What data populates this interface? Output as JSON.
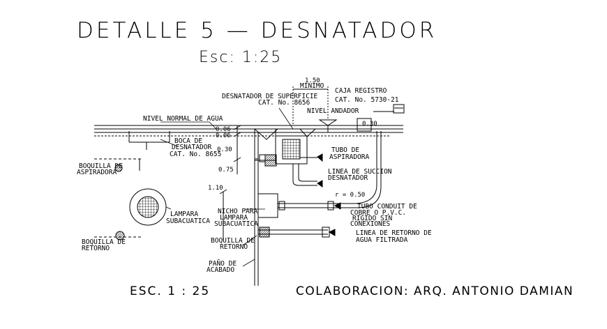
{
  "header": {
    "title": "DETALLE 5 — DESNATADOR",
    "scale": "Esc:  1:25"
  },
  "footer": {
    "scale": "ESC. 1 : 25",
    "credit": "COLABORACION: ARQ. ANTONIO DAMIAN"
  },
  "labels": {
    "minimo_value": "1.50",
    "minimo": "MINIMO",
    "desnatador_sup_1": "DESNATADOR DE SUPERFICIE",
    "desnatador_sup_2": "CAT. No. 8656",
    "caja_1": "CAJA REGISTRO",
    "caja_2": "CAT. No.  5730-21",
    "nivel_andador": "NIVEL ANDADOR",
    "nivel_agua": "NIVEL NORMAL DE AGUA",
    "boca_1": "BOCA DE",
    "boca_2": "DESNATADOR",
    "boca_3": "CAT. No. 8655",
    "boquilla_asp_1": "BOQUILLA DE",
    "boquilla_asp_2": "ASPIRADORA",
    "tubo_asp_1": "TUBO DE",
    "tubo_asp_2": "ASPIRADORA",
    "linea_succion_1": "LINEA DE SUCCION",
    "linea_succion_2": "DESNATADOR",
    "r_value": "r = 0.50",
    "lampara_1": "LAMPARA",
    "lampara_2": "SUBACUATICA",
    "nicho_1": "NICHO PARA",
    "nicho_2": "LAMPARA",
    "nicho_3": "SUBACUATICA",
    "tubo_conduit_1": "TUBO CONDUIT DE",
    "tubo_conduit_2": "COBRE O P.V.C.",
    "tubo_conduit_3": "RIGIDO SIN",
    "tubo_conduit_4": "CONEXIONES",
    "boquilla_ret_l_1": "BOQUILLA DE",
    "boquilla_ret_l_2": "RETORNO",
    "boquilla_ret_c_1": "BOQUILLA DE",
    "boquilla_ret_c_2": "RETORNO",
    "linea_retorno_1": "LINEA DE RETORNO DE",
    "linea_retorno_2": "AGUA FILTRADA",
    "pano_1": "PAÑO DE",
    "pano_2": "ACABADO",
    "dim_006a": "0.06",
    "dim_006b": "0.06",
    "dim_030a": "0.30",
    "dim_030b": "0.30",
    "dim_075": "0.75",
    "dim_110": "1.10"
  }
}
